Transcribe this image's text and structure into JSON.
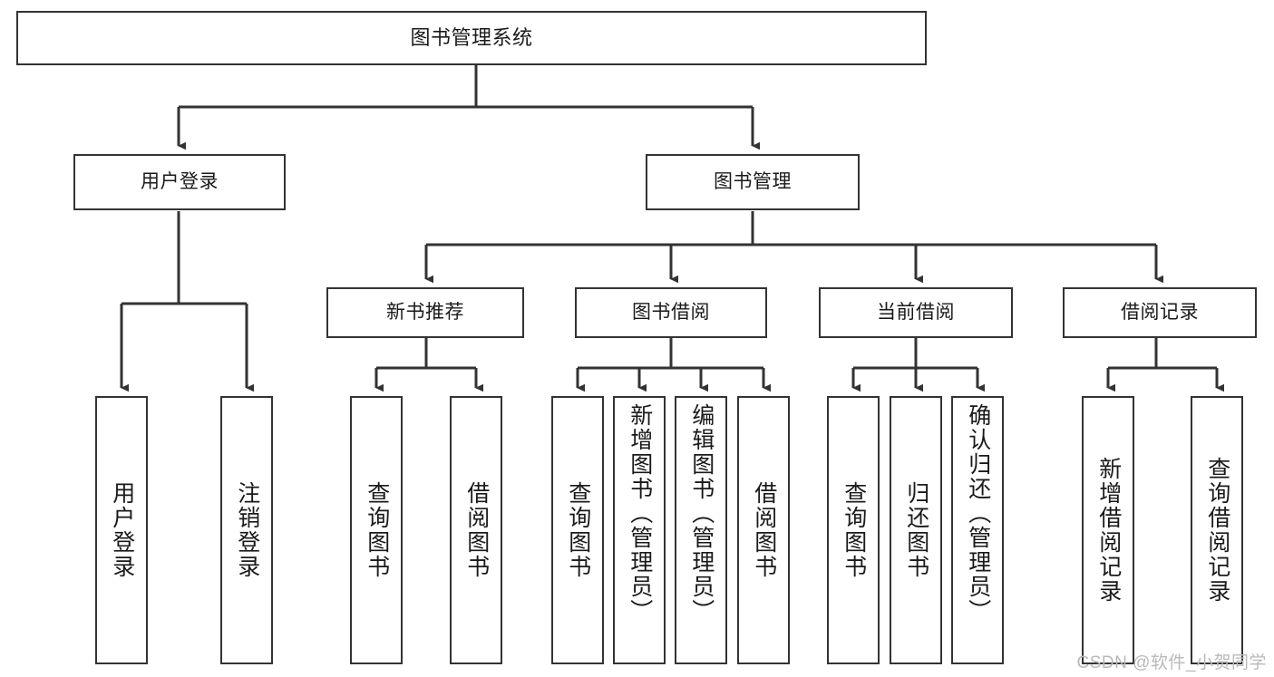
{
  "diagram": {
    "title": "图书管理系统",
    "type": "tree-hierarchy-chart",
    "root": {
      "label": "图书管理系统"
    },
    "level1": [
      {
        "label": "用户登录"
      },
      {
        "label": "图书管理"
      }
    ],
    "level2": [
      {
        "label": "新书推荐"
      },
      {
        "label": "图书借阅"
      },
      {
        "label": "当前借阅"
      },
      {
        "label": "借阅记录"
      }
    ],
    "leaves": {
      "user_login": [
        {
          "label": "用户登录"
        },
        {
          "label": "注销登录"
        }
      ],
      "new_book_recommend": [
        {
          "label": "查询图书"
        },
        {
          "label": "借阅图书"
        }
      ],
      "book_borrow": [
        {
          "label": "查询图书"
        },
        {
          "label": "新增图书（管理员）"
        },
        {
          "label": "编辑图书（管理员）"
        },
        {
          "label": "借阅图书"
        }
      ],
      "current_borrow": [
        {
          "label": "查询图书"
        },
        {
          "label": "归还图书"
        },
        {
          "label": "确认归还（管理员）"
        }
      ],
      "borrow_record": [
        {
          "label": "新增借阅记录"
        },
        {
          "label": "查询借阅记录"
        }
      ]
    }
  },
  "watermark": {
    "text": "CSDN @软件_小贺同学"
  },
  "colors": {
    "stroke": "#333333",
    "fill": "#ffffff",
    "text": "#1a1a1a",
    "watermark": "#b9b9b9"
  }
}
